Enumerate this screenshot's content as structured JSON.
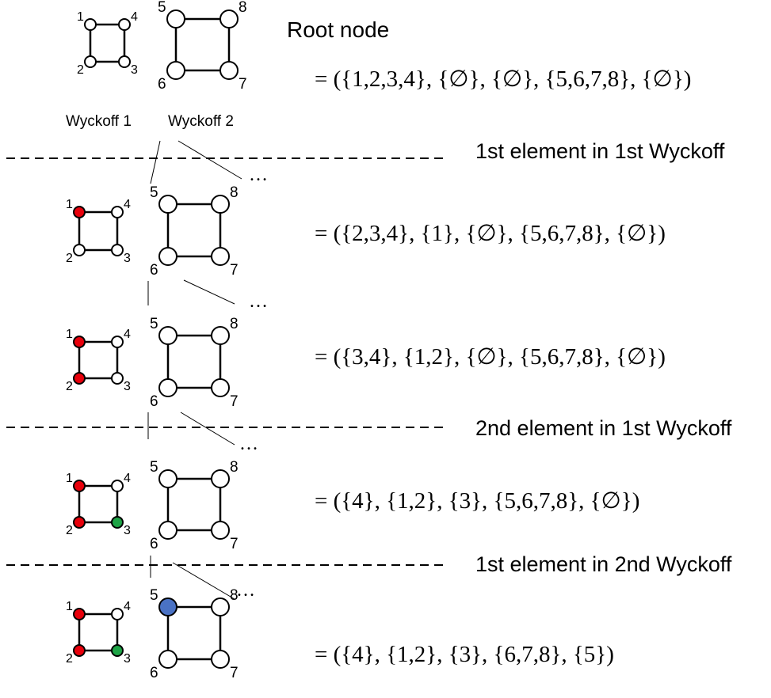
{
  "root_label": "Root node",
  "wyckoff_labels": [
    "Wyckoff 1",
    "Wyckoff 2"
  ],
  "ellipsis": "…",
  "rows": [
    {
      "equation": "= ({1,2,3,4}, {∅}, {∅}, {5,6,7,8}, {∅})",
      "colors": {
        "1": "white",
        "2": "white",
        "3": "white",
        "4": "white",
        "5": "white",
        "6": "white",
        "7": "white",
        "8": "white"
      }
    },
    {
      "equation": "= ({2,3,4}, {1}, {∅}, {5,6,7,8}, {∅})",
      "colors": {
        "1": "red",
        "2": "white",
        "3": "white",
        "4": "white",
        "5": "white",
        "6": "white",
        "7": "white",
        "8": "white"
      }
    },
    {
      "equation": "= ({3,4}, {1,2}, {∅}, {5,6,7,8}, {∅})",
      "colors": {
        "1": "red",
        "2": "red",
        "3": "white",
        "4": "white",
        "5": "white",
        "6": "white",
        "7": "white",
        "8": "white"
      }
    },
    {
      "equation": "= ({4}, {1,2}, {3}, {5,6,7,8}, {∅})",
      "colors": {
        "1": "red",
        "2": "red",
        "3": "green",
        "4": "white",
        "5": "white",
        "6": "white",
        "7": "white",
        "8": "white"
      }
    },
    {
      "equation": "= ({4}, {1,2}, {3}, {6,7,8}, {5})",
      "colors": {
        "1": "red",
        "2": "red",
        "3": "green",
        "4": "white",
        "5": "blue",
        "6": "white",
        "7": "white",
        "8": "white"
      }
    }
  ],
  "separators": [
    "1st element in 1st Wyckoff",
    "2nd element in 1st Wyckoff",
    "1st element in 2nd Wyckoff"
  ],
  "node_numbers": {
    "1": "1",
    "2": "2",
    "3": "3",
    "4": "4",
    "5": "5",
    "6": "6",
    "7": "7",
    "8": "8"
  },
  "palette": {
    "white": "#ffffff",
    "red": "#e8000b",
    "green": "#1ea446",
    "blue": "#4a72c4",
    "stroke": "#000000"
  }
}
